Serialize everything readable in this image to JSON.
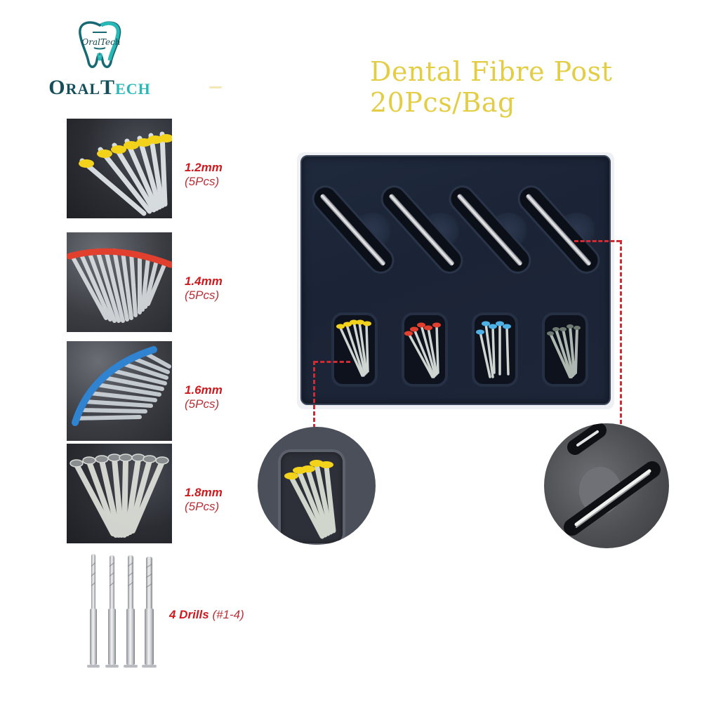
{
  "brand": {
    "logo_script": "OralTech",
    "wordmark": {
      "o": "O",
      "ral": "RAL",
      "t": "T",
      "ech": "ECH"
    },
    "colors": {
      "teal": "#2ab8b7",
      "dark_teal": "#154f5a"
    }
  },
  "header": {
    "title_line1": "Dental Fibre Post",
    "title_line2": "20Pcs/Bag",
    "color": "#e3cd45"
  },
  "variants": [
    {
      "size": "1.2mm",
      "quantity": "(5Pcs)",
      "cap_color": "#f2d21a",
      "cap_name": "yellow"
    },
    {
      "size": "1.4mm",
      "quantity": "(5Pcs)",
      "cap_color": "#e2402e",
      "cap_name": "red"
    },
    {
      "size": "1.6mm",
      "quantity": "(5Pcs)",
      "cap_color": "#2f83d0",
      "cap_name": "blue"
    },
    {
      "size": "1.8mm",
      "quantity": "(5Pcs)",
      "cap_color": "#55585e",
      "cap_name": "grey"
    }
  ],
  "drills": {
    "count_label": "4 Drills",
    "range_label": "(#1-4)"
  },
  "tray": {
    "drill_slots": 4,
    "post_pockets": [
      {
        "cap_color": "#f2d21a"
      },
      {
        "cap_color": "#e2402e"
      },
      {
        "cap_color": "#4fb0e6"
      },
      {
        "cap_color": "#6f7a72"
      }
    ]
  },
  "details": {
    "left": "post-pocket-closeup",
    "right": "drill-slot-closeup"
  },
  "label_color": "#cc1a1f",
  "connector_color": "#d02a34"
}
